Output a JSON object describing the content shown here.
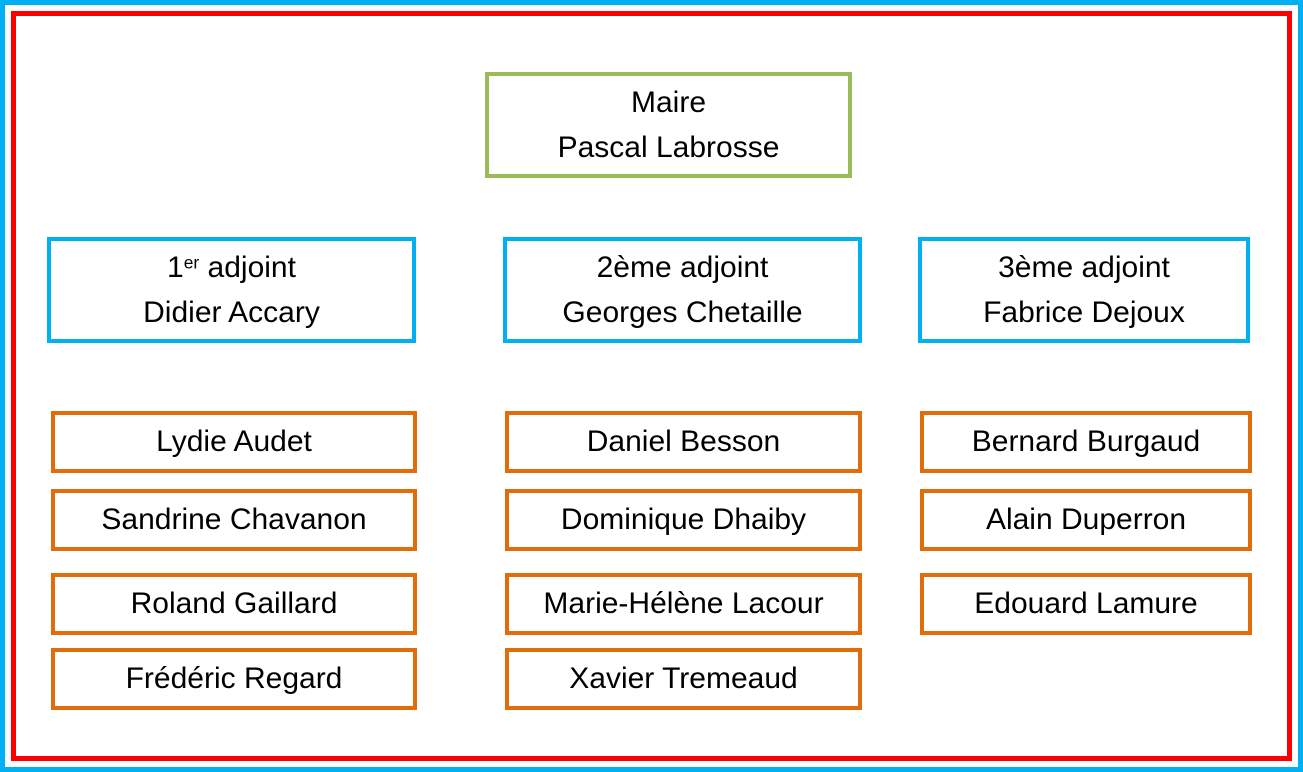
{
  "frame": {
    "outer_border_color": "#00B0F0",
    "inner_border_color": "#FF0000",
    "background": "#ffffff"
  },
  "org_chart": {
    "maire": {
      "role": "Maire",
      "name": "Pascal Labrosse",
      "border_color": "#9BBB59"
    },
    "adjoint_border_color": "#00B0F0",
    "member_border_color": "#E36C0A",
    "text_color": "#000000",
    "columns": [
      {
        "adjoint": {
          "title_num": "1",
          "title_sup": "er",
          "title_rest": " adjoint",
          "name": "Didier Accary"
        },
        "members": [
          "Lydie Audet",
          "Sandrine Chavanon",
          "Roland Gaillard",
          "Frédéric Regard"
        ]
      },
      {
        "adjoint": {
          "title_num": "2ème",
          "title_sup": "",
          "title_rest": " adjoint",
          "name": "Georges Chetaille"
        },
        "members": [
          "Daniel Besson",
          "Dominique Dhaiby",
          "Marie-Hélène Lacour",
          "Xavier Tremeaud"
        ]
      },
      {
        "adjoint": {
          "title_num": "3ème",
          "title_sup": "",
          "title_rest": " adjoint",
          "name": "Fabrice Dejoux"
        },
        "members": [
          "Bernard Burgaud",
          "Alain Duperron",
          "Edouard Lamure"
        ]
      }
    ]
  }
}
